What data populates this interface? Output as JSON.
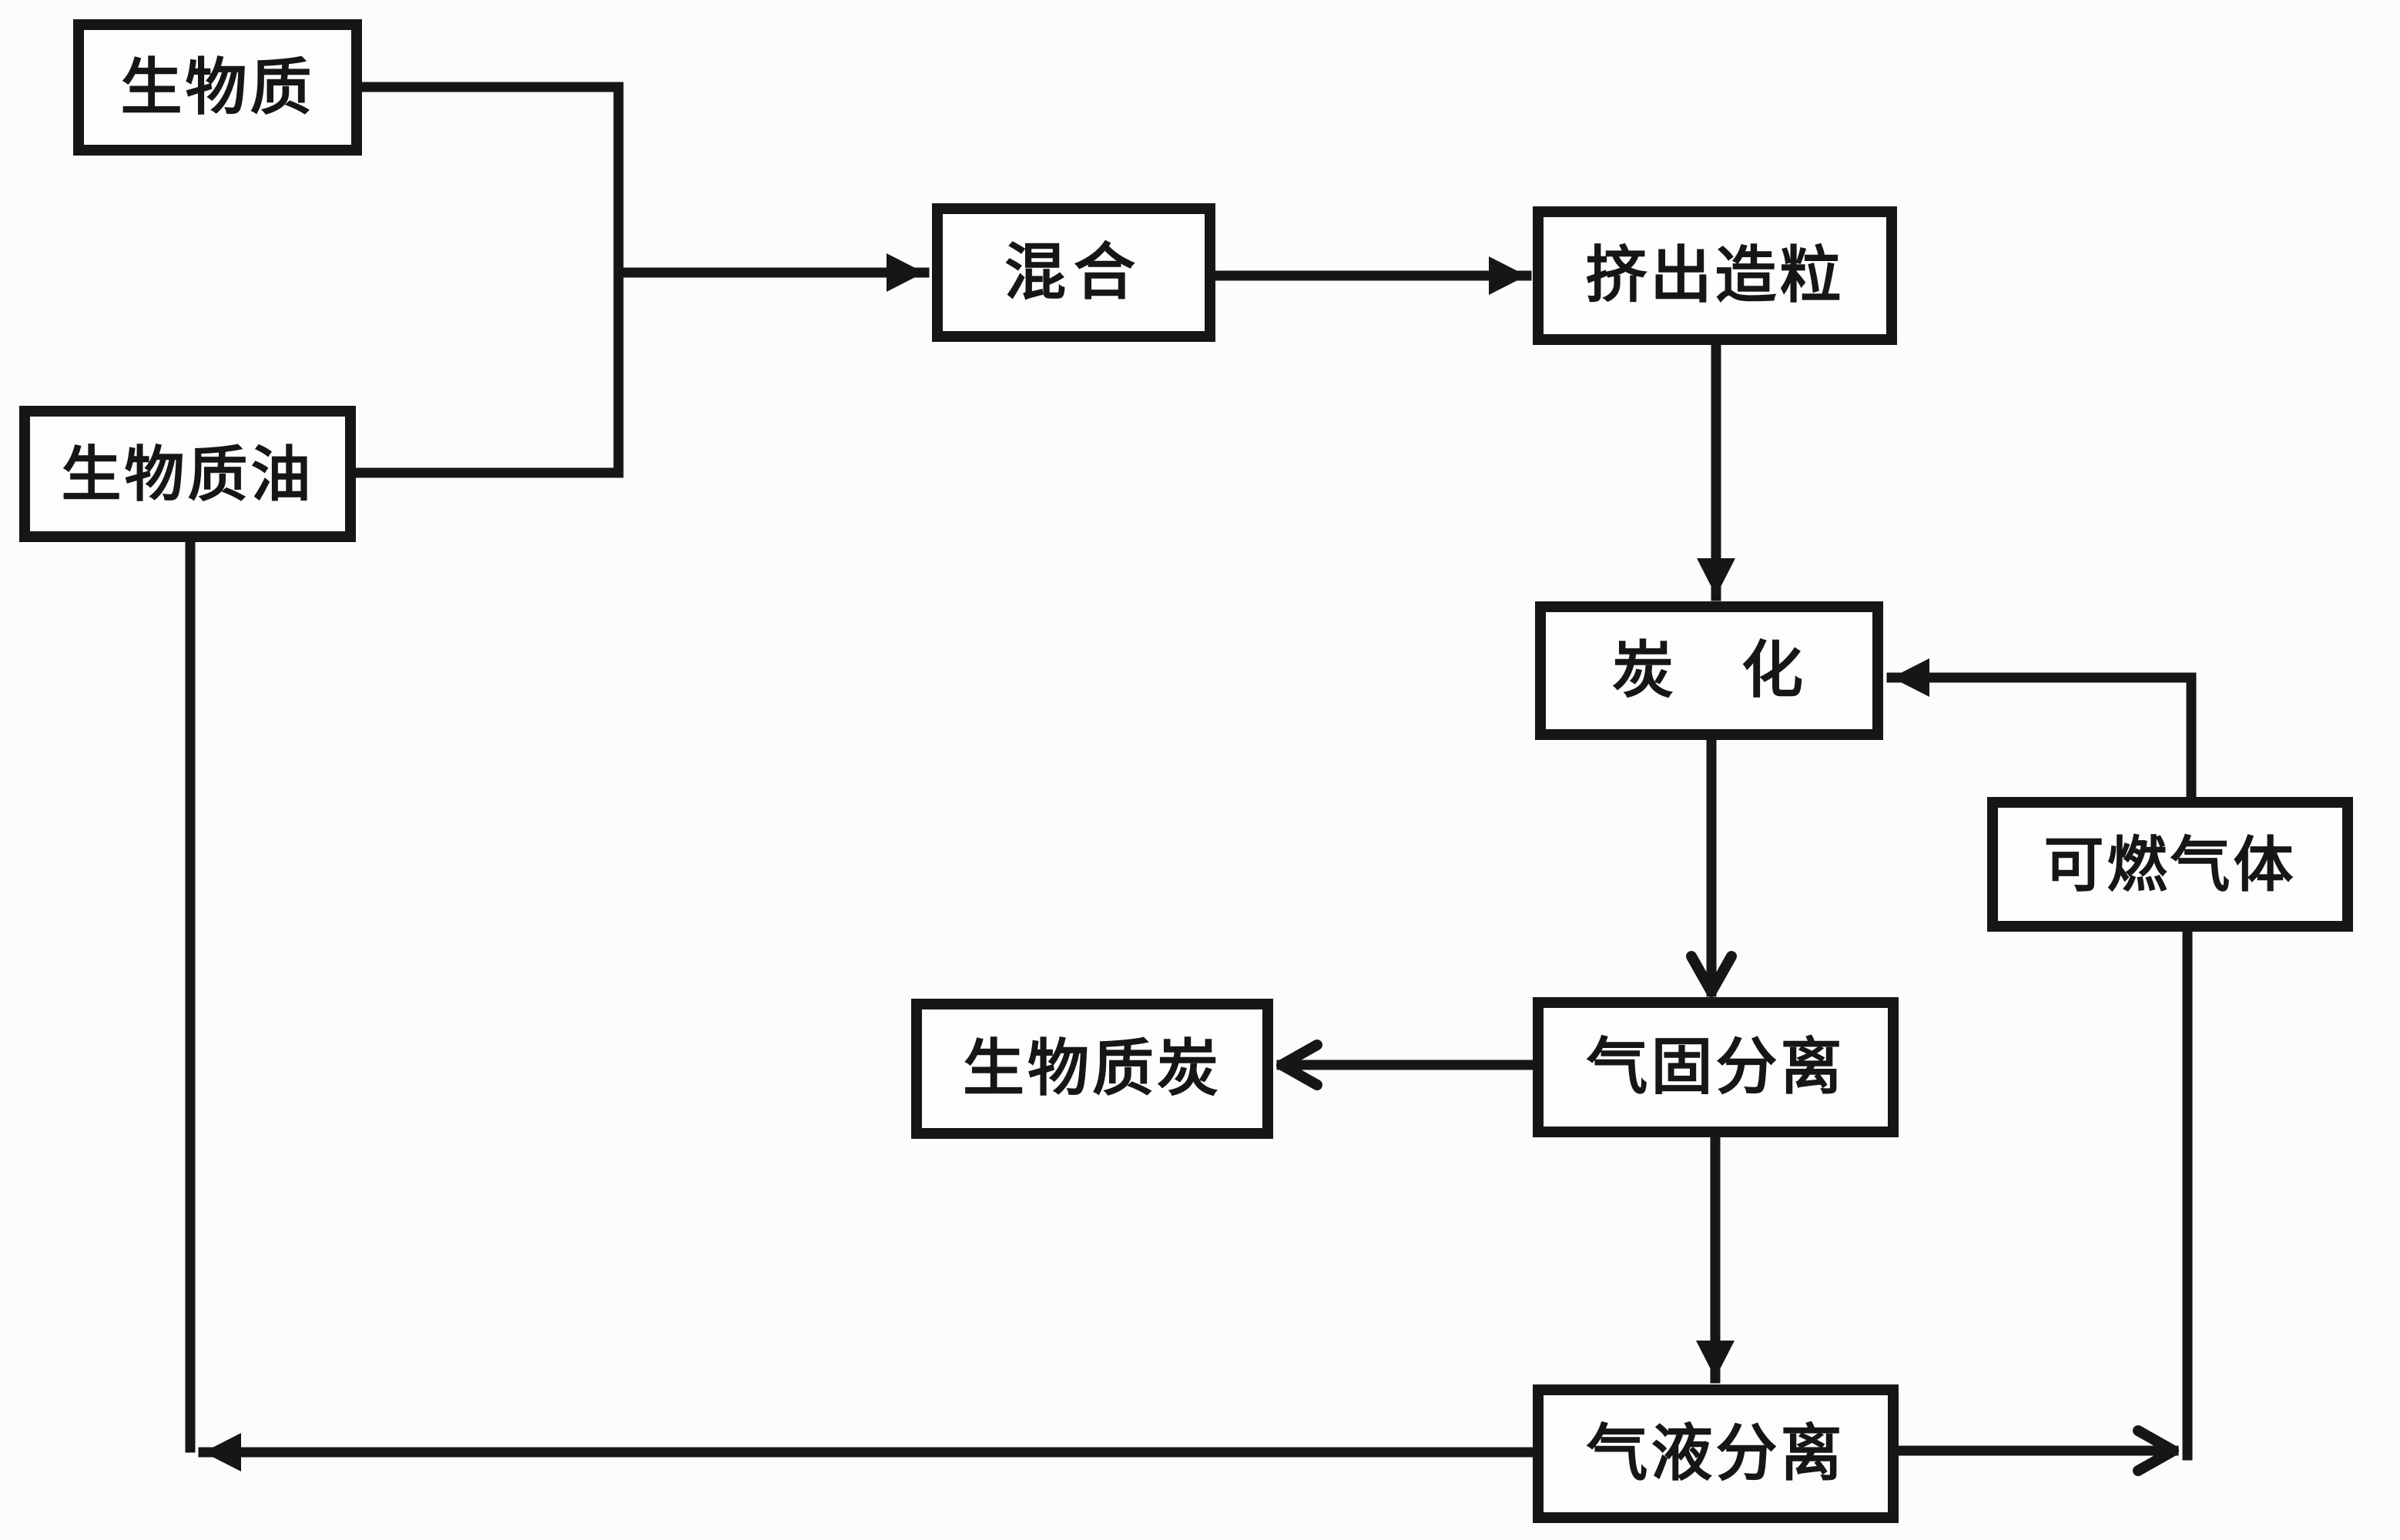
{
  "diagram": {
    "title_hint": "biomass carbonization process flowchart",
    "ink_color": "#161616",
    "background_color": "#fcfcfb",
    "nodes": {
      "biomass": {
        "label": "生物质"
      },
      "biomass_oil": {
        "label": "生物质油"
      },
      "mixing": {
        "label": "混合"
      },
      "extrusion": {
        "label": "挤出造粒"
      },
      "carbonization": {
        "label": "炭　化"
      },
      "combustible_gas": {
        "label": "可燃气体"
      },
      "biochar": {
        "label": "生物质炭"
      },
      "gas_solid_separation": {
        "label": "气固分离"
      },
      "gas_liquid_separation": {
        "label": "气液分离"
      }
    },
    "edges": [
      {
        "from": "biomass",
        "to": "mixing",
        "head": "solid"
      },
      {
        "from": "biomass_oil",
        "to": "mixing",
        "head": "solid"
      },
      {
        "from": "mixing",
        "to": "extrusion",
        "head": "solid"
      },
      {
        "from": "extrusion",
        "to": "carbonization",
        "head": "solid"
      },
      {
        "from": "carbonization",
        "to": "gas_solid_separation",
        "head": "chevron"
      },
      {
        "from": "gas_solid_separation",
        "to": "biochar",
        "head": "chevron"
      },
      {
        "from": "gas_solid_separation",
        "to": "gas_liquid_separation",
        "head": "solid"
      },
      {
        "from": "gas_liquid_separation",
        "to": "biomass_oil",
        "head": "solid"
      },
      {
        "from": "gas_liquid_separation",
        "to": "combustible_gas",
        "head": "chevron"
      },
      {
        "from": "combustible_gas",
        "to": "carbonization",
        "head": "solid"
      }
    ]
  }
}
